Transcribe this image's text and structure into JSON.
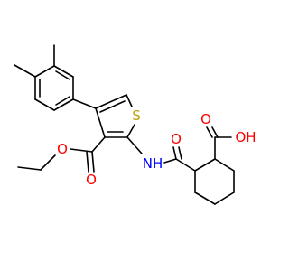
{
  "colors": {
    "bond": "#000000",
    "carbon": "#000000",
    "oxygen": "#ff0000",
    "nitrogen": "#0000ff",
    "sulfur": "#b8a000",
    "background": "#ffffff"
  },
  "labels": {
    "sulfur": "S",
    "amide_oxygen": "O",
    "amide_nh": "NH",
    "acid_oxygen": "O",
    "acid_oh": "OH",
    "ester_carbonyl_oxygen": "O",
    "ester_ether_oxygen": "O"
  }
}
